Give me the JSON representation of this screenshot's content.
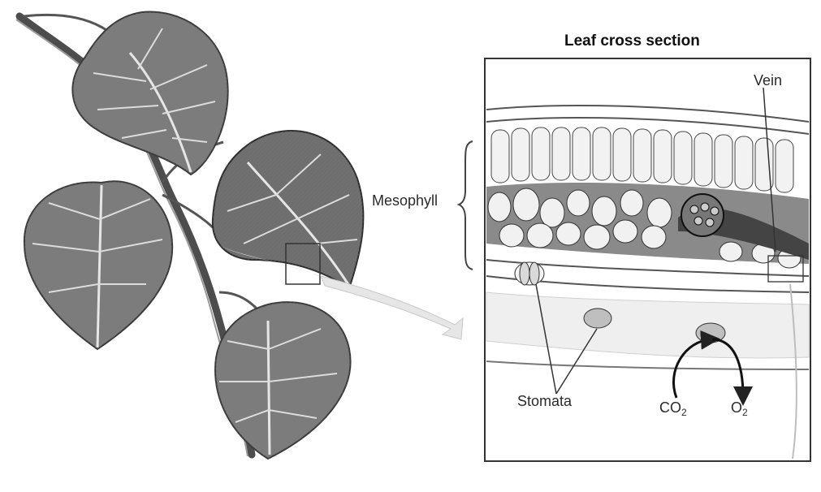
{
  "title": "Leaf cross section",
  "labels": {
    "mesophyll": "Mesophyll",
    "vein": "Vein",
    "stomata": "Stomata",
    "co2": "CO",
    "co2_sub": "2",
    "o2": "O",
    "o2_sub": "2"
  }
}
